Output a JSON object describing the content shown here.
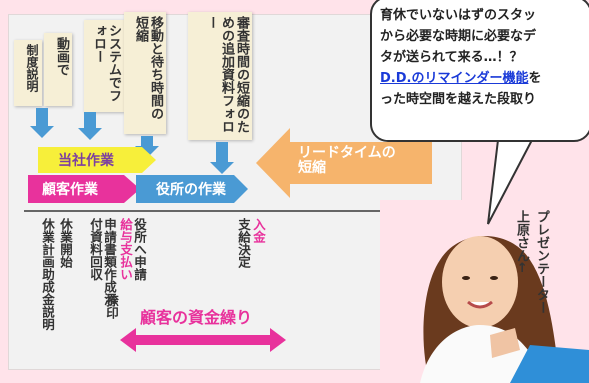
{
  "boxes": [
    {
      "text": "制度説明"
    },
    {
      "text": "動画で"
    },
    {
      "text": "システムでフォロー"
    },
    {
      "text": "移動と待ち時間の短縮"
    },
    {
      "text": "審査時間の短縮のための追加資料フォロー"
    }
  ],
  "bars": {
    "company": "当社作業",
    "client": "顧客作業",
    "office": "役所の作業",
    "leadtime": "リードタイムの短縮"
  },
  "timeline": {
    "col1": "休業計画助成金説明",
    "col2": "休業開始",
    "col3": "申請書類作成添付資料回収",
    "col3b": "捺印",
    "col4": "役所へ申請",
    "col4b": "給与支払い",
    "col5": "支給決定",
    "col5b": "入金"
  },
  "cashflow": "顧客の資金繰り",
  "speech": {
    "line1": "育休でいないはずのスタッ",
    "line2": "から必要な時期に必要なデ",
    "line3": "タが送られて来る…！？",
    "link": "D.D.のリマインダー機能",
    "line4_suffix": "を",
    "line5": "った時空間を越えた段取り"
  },
  "presenter": {
    "label": "プレゼンテーター",
    "name": "上原さん←"
  },
  "colors": {
    "blue": "#4a9ad4",
    "yellow": "#f7ef3a",
    "magenta": "#e8329c",
    "orange": "#f6b46c",
    "purple": "#7b3fa0"
  }
}
